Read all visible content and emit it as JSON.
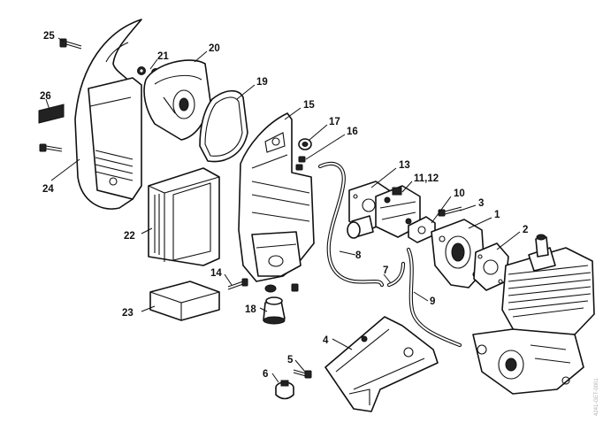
{
  "callouts": {
    "c1": "1",
    "c2": "2",
    "c3": "3",
    "c4": "4",
    "c5": "5",
    "c6": "6",
    "c7": "7",
    "c8": "8",
    "c9": "9",
    "c10": "10",
    "c11_12": "11,12",
    "c13": "13",
    "c14": "14",
    "c15": "15",
    "c16": "16",
    "c17": "17",
    "c18": "18",
    "c19": "19",
    "c20": "20",
    "c21": "21",
    "c22": "22",
    "c23": "23",
    "c24": "24",
    "c25": "25",
    "c26": "26"
  },
  "watermark": "4241-GET-0001"
}
